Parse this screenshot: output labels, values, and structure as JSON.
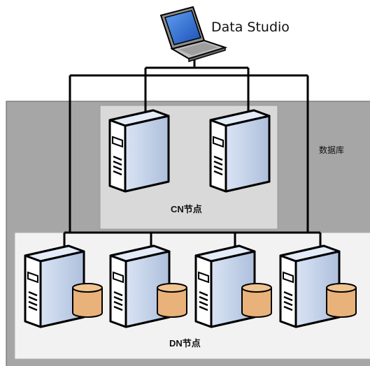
{
  "client": {
    "label": "Data Studio",
    "icon": "laptop-icon"
  },
  "database": {
    "label": "数据库",
    "color": "#a6a6a6"
  },
  "cn_group": {
    "label": "CN节点",
    "node_count": 2,
    "color": "#d9d9d9",
    "icon": "server-icon"
  },
  "dn_group": {
    "label": "DN节点",
    "node_count": 4,
    "color": "#f2f2f2",
    "icon": "server-with-database-icon"
  },
  "colors": {
    "server_body": "#c5d5ec",
    "disk": "#e8b27a",
    "line": "#000000",
    "laptop_screen": "#2f6fd6"
  }
}
